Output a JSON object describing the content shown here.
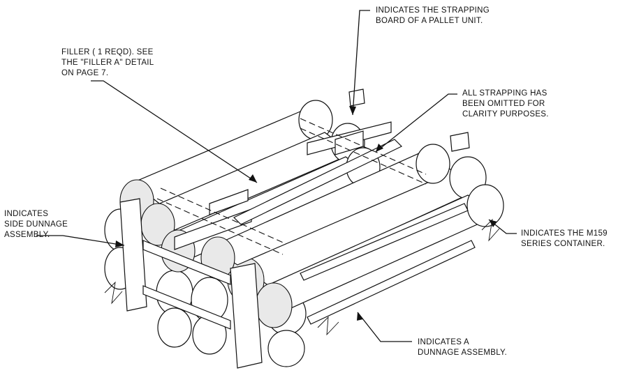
{
  "callouts": {
    "strapping_board": [
      "INDICATES THE STRAPPING",
      "BOARD OF A PALLET UNIT."
    ],
    "filler": [
      "FILLER ( 1 REQD).  SEE",
      "THE \"FILLER A\" DETAIL",
      "ON PAGE 7."
    ],
    "strapping_omitted": [
      "ALL STRAPPING HAS",
      "BEEN OMITTED FOR",
      "CLARITY PURPOSES."
    ],
    "side_dunnage": [
      "INDICATES",
      "SIDE DUNNAGE",
      "ASSEMBLY."
    ],
    "container": [
      "INDICATES THE M159",
      "SERIES CONTAINER."
    ],
    "dunnage_assembly": [
      "INDICATES A",
      "DUNNAGE ASSEMBLY."
    ]
  },
  "colors": {
    "ink": "#111111",
    "paper": "#ffffff",
    "shade": "#e9e9e9"
  }
}
